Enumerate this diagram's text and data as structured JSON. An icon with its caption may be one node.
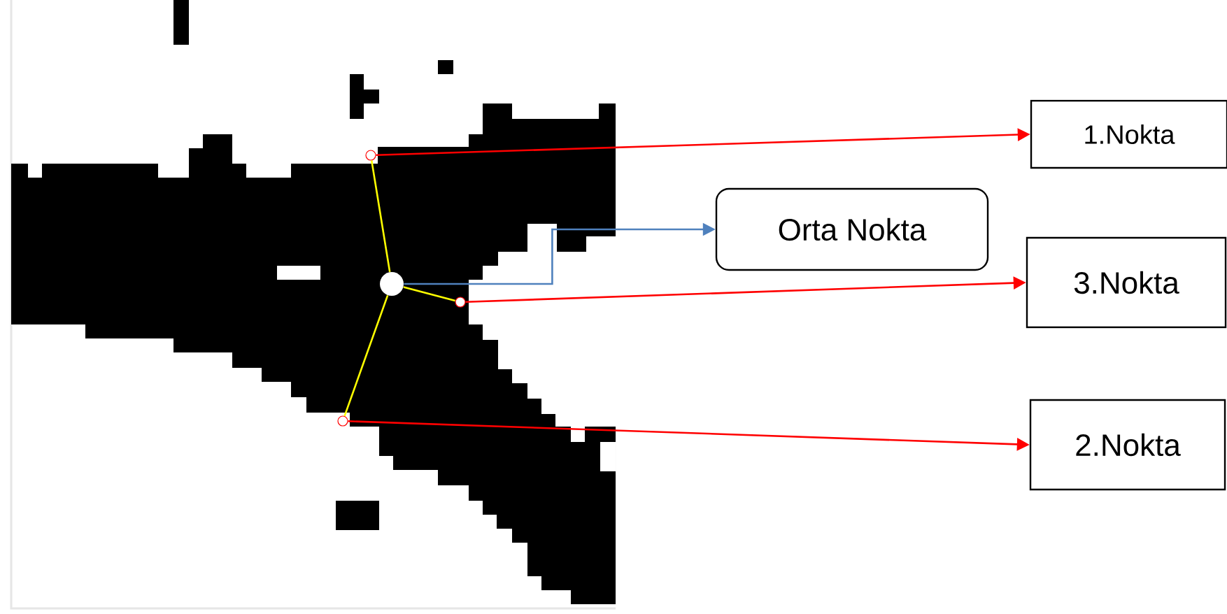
{
  "diagram": {
    "nodes": [
      {
        "text": [],
        "shape": "circle"
      },
      {
        "text": [
          "1.Nokta"
        ]
      },
      {
        "text": [],
        "shape": "circle"
      },
      {
        "text": [
          "Orta Nokta"
        ]
      },
      {
        "text": [],
        "shape": "circle"
      },
      {
        "text": [
          "3.Nokta"
        ]
      },
      {
        "text": [],
        "shape": "circle"
      },
      {
        "text": [
          "2.Nokta"
        ]
      }
    ],
    "edges": [
      {
        "from": 0,
        "to": 1,
        "arrow": "to",
        "color": "#ff0000"
      },
      {
        "from": 2,
        "to": 3,
        "arrow": "to",
        "color": "#4f81bd"
      },
      {
        "from": 4,
        "to": 5,
        "arrow": "to",
        "color": "#ff0000"
      },
      {
        "from": 6,
        "to": 7,
        "arrow": "to",
        "color": "#ff0000"
      },
      {
        "from": 2,
        "to": 0,
        "arrow": "none",
        "color": "#ffff00"
      },
      {
        "from": 2,
        "to": 4,
        "arrow": "none",
        "color": "#ffff00"
      },
      {
        "from": 2,
        "to": 6,
        "arrow": "none",
        "color": "#ffff00"
      }
    ]
  }
}
